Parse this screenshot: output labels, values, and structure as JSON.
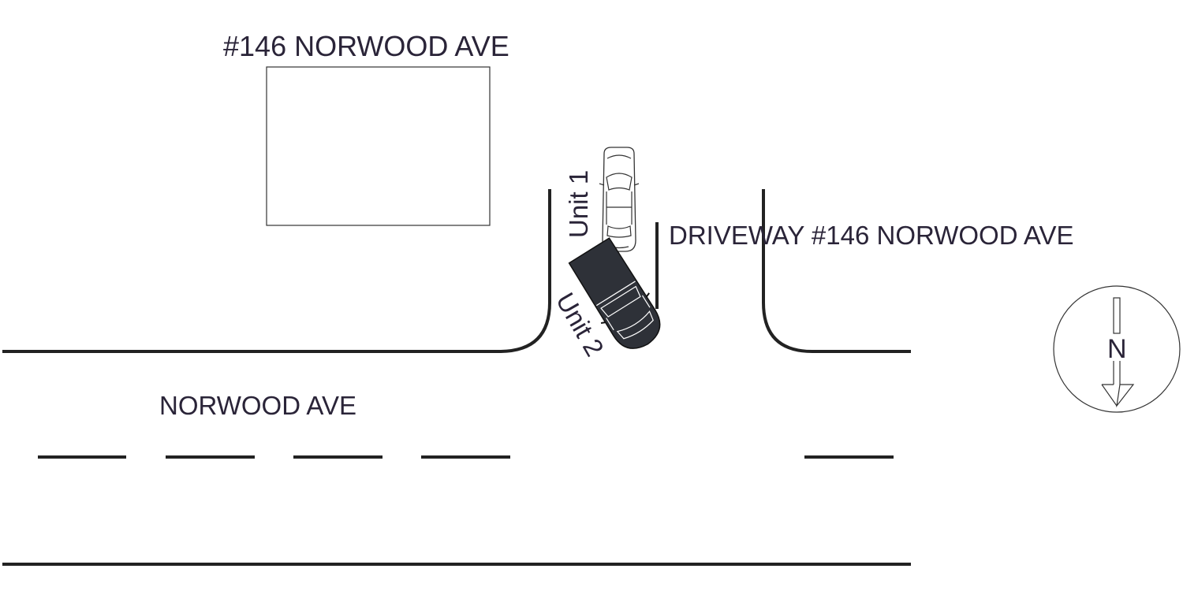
{
  "labels": {
    "building": "#146 NORWOOD AVE",
    "driveway": "DRIVEWAY #146 NORWOOD AVE",
    "street": "NORWOOD AVE",
    "unit1": "Unit 1",
    "unit2": "Unit 2",
    "north": "N"
  },
  "colors": {
    "ink": "#222222",
    "label": "#2a2438",
    "unit2_fill": "#2e3138",
    "unit1_fill": "#ffffff"
  },
  "icons": {
    "unit1": "car-top-view-icon",
    "unit2": "pickup-truck-top-view-icon",
    "north": "north-arrow-icon"
  }
}
